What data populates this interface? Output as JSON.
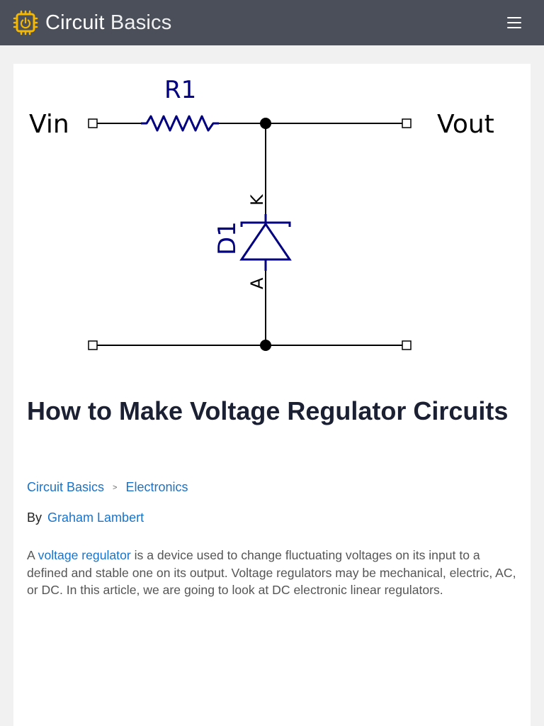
{
  "header": {
    "brand_word1": "Circuit",
    "brand_word2": "Basics",
    "logo_icon": "chip-power-icon",
    "menu_icon": "hamburger-menu-icon",
    "colors": {
      "bar": "#4a4f5a",
      "logo_accent": "#f5b800"
    }
  },
  "figure": {
    "labels": {
      "resistor": "R1",
      "input": "Vin",
      "output": "Vout",
      "diode": "D1",
      "cathode": "K",
      "anode": "A"
    }
  },
  "article": {
    "title": "How to Make Voltage Regulator Circuits",
    "breadcrumb": [
      {
        "label": "Circuit Basics"
      },
      {
        "label": "Electronics"
      }
    ],
    "breadcrumb_separator": ">",
    "byline_prefix": "By",
    "author": "Graham Lambert",
    "intro": {
      "before": "A ",
      "link": "voltage regulator",
      "after": " is a device used to change fluctuating voltages on its input to a defined and stable one on its output. Voltage regulators may be mechanical, electric, AC, or DC. In this article, we are going to look at DC electronic linear regulators."
    }
  }
}
